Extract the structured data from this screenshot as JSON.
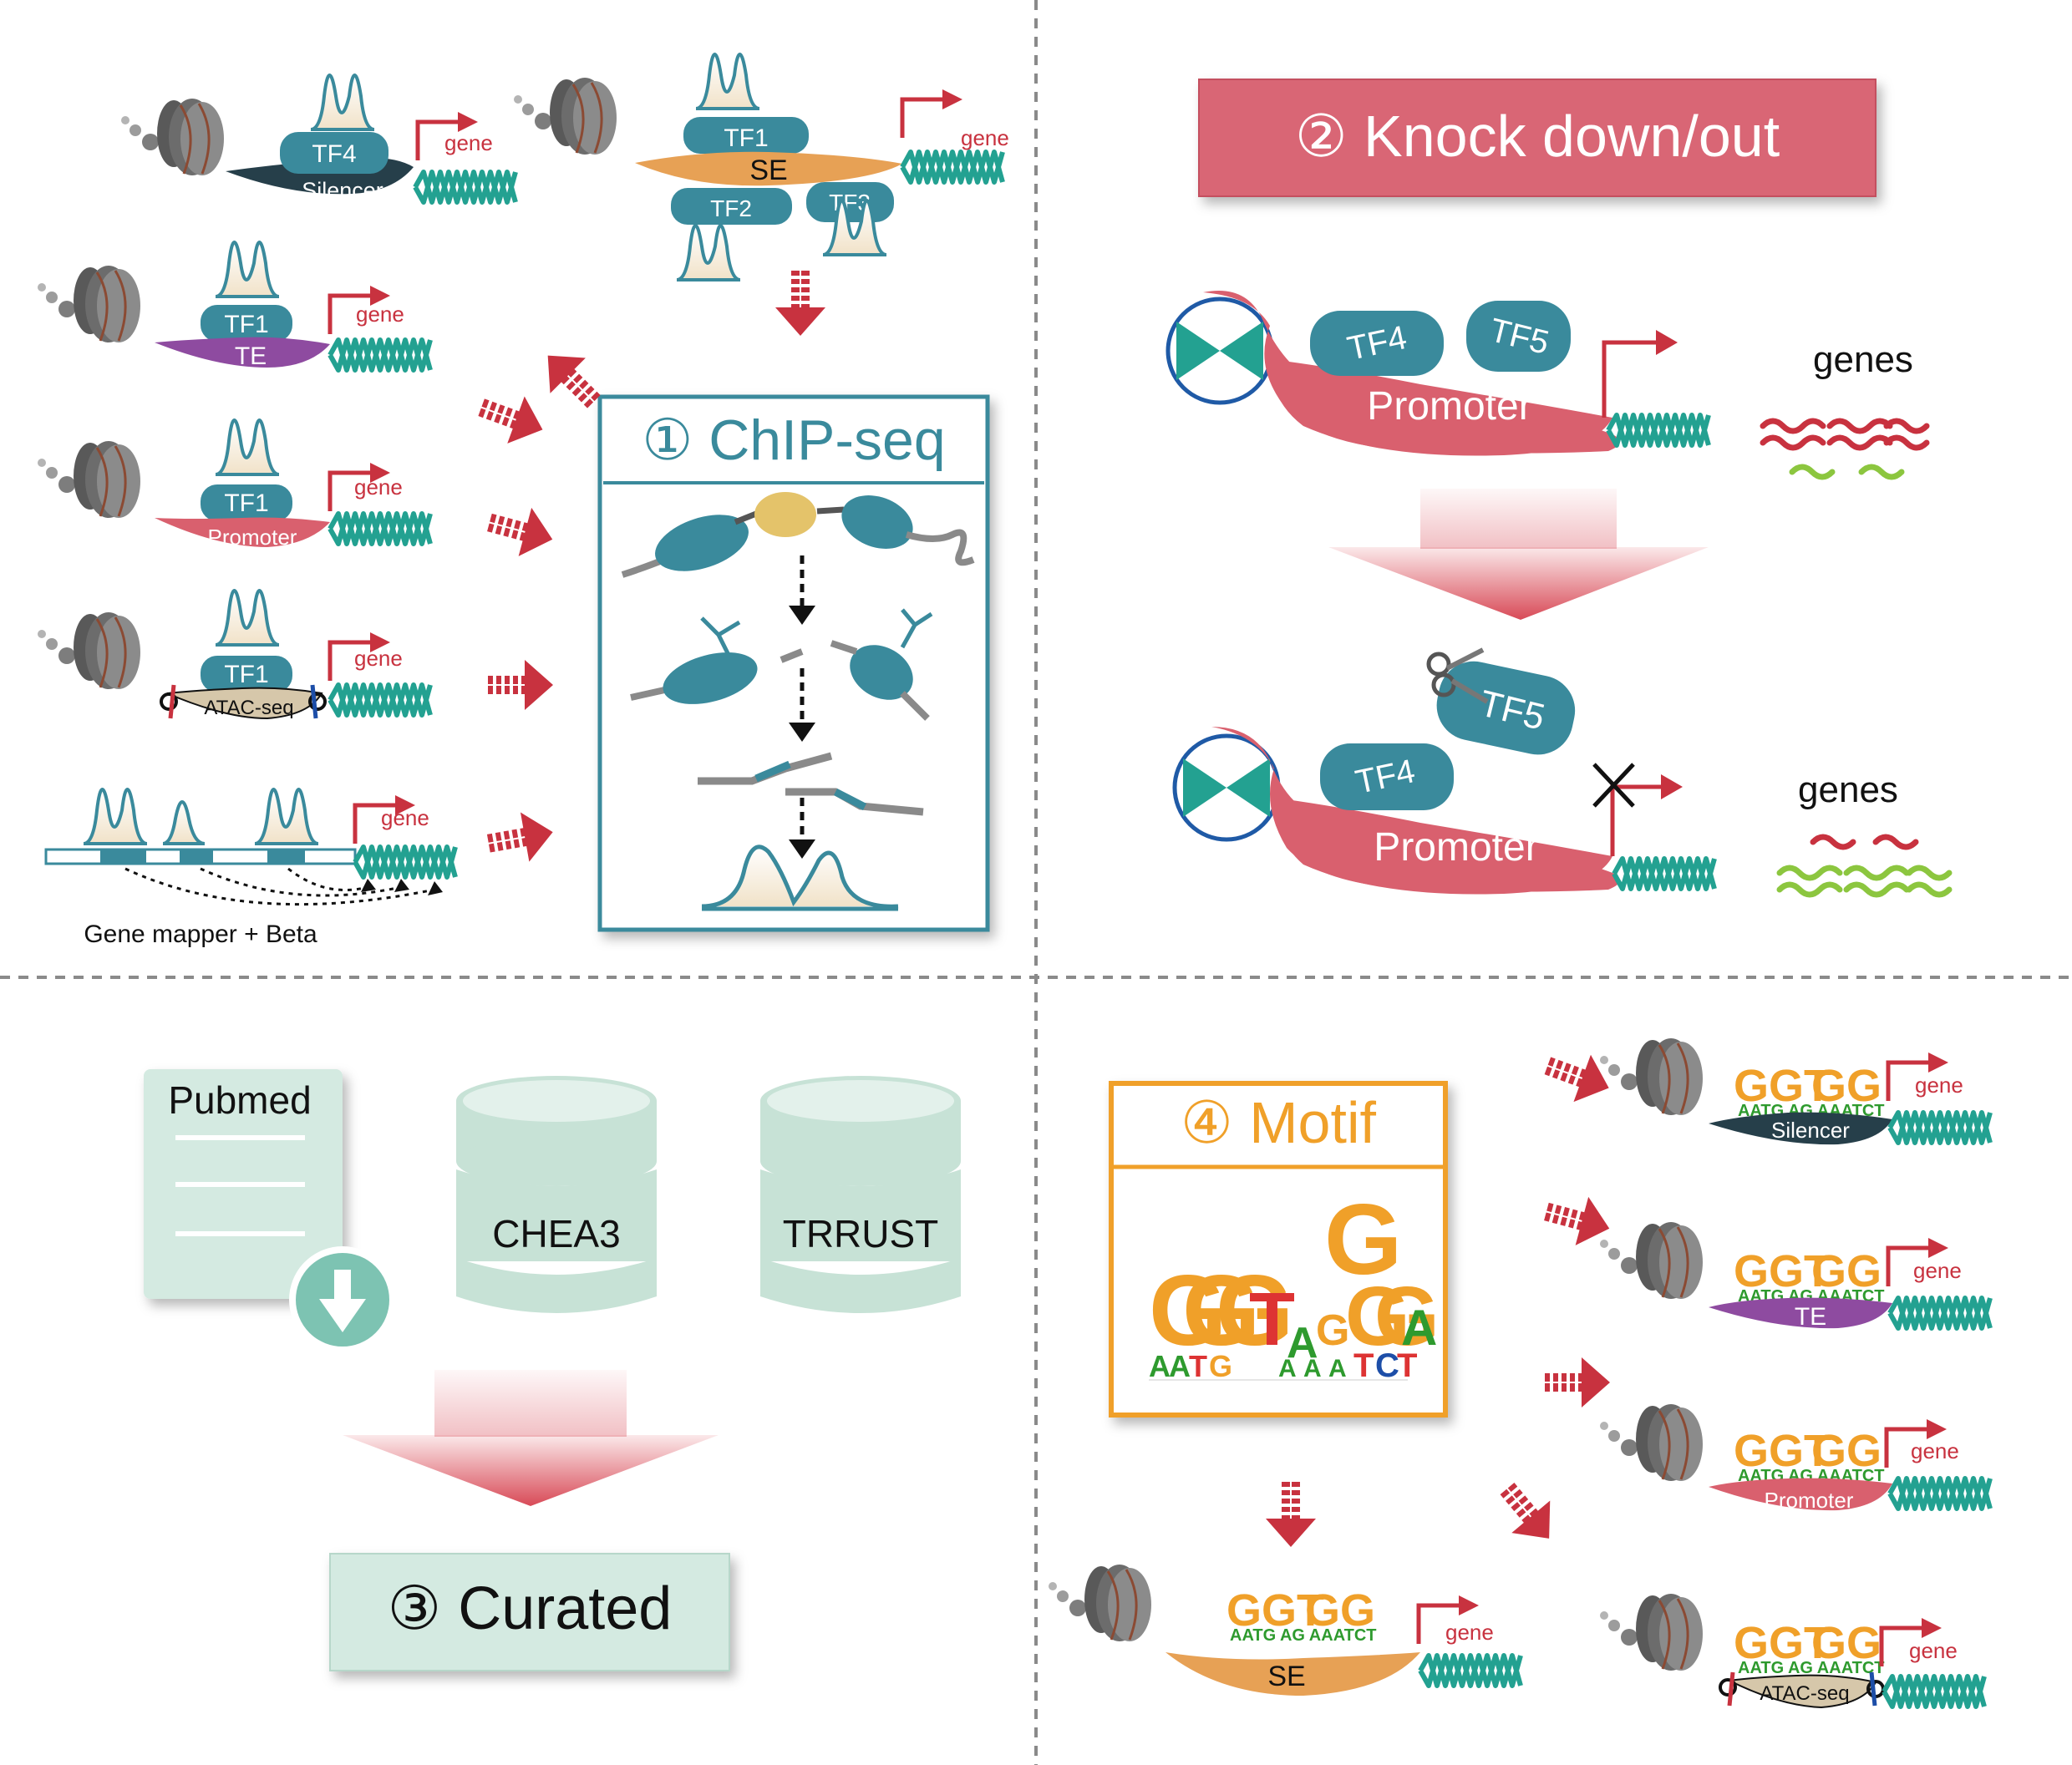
{
  "panel_chip": {
    "title": "① ChIP-seq",
    "diagrams": [
      {
        "tf_top": "TF4",
        "element": "Silencer",
        "gene": "gene"
      },
      {
        "tf_top": "TF1",
        "tf_mid1": "TF2",
        "tf_mid2": "TF3",
        "element": "SE",
        "gene": "gene"
      },
      {
        "tf_top": "TF1",
        "element": "TE",
        "gene": "gene"
      },
      {
        "tf_top": "TF1",
        "element": "Promoter",
        "gene": "gene"
      },
      {
        "tf_top": "TF1",
        "element": "ATAC-seq",
        "gene": "gene"
      }
    ],
    "mapper": {
      "gene": "gene",
      "caption": "Gene mapper +  Beta"
    }
  },
  "panel_knock": {
    "title": "② Knock down/out",
    "top": {
      "tf_a": "TF4",
      "tf_b": "TF5",
      "element": "Promoter",
      "genes": "genes"
    },
    "bottom": {
      "tf_a": "TF4",
      "tf_b": "TF5",
      "element": "Promoter",
      "genes": "genes"
    }
  },
  "panel_curated": {
    "title": "③ Curated",
    "doc_label": "Pubmed",
    "db1": "CHEA3",
    "db2": "TRRUST"
  },
  "panel_motif": {
    "title": "④ Motif",
    "logo_top": [
      "G",
      "G",
      "G",
      "T",
      "A",
      "G",
      "G",
      "G",
      "G",
      "A"
    ],
    "logo_bottom": [
      "A",
      "A",
      "T",
      "G",
      "A",
      "A",
      "A",
      "T",
      "C",
      "T"
    ],
    "diagrams": [
      {
        "element": "Silencer",
        "gene": "gene"
      },
      {
        "element": "TE",
        "gene": "gene"
      },
      {
        "element": "Promoter",
        "gene": "gene"
      },
      {
        "element": "SE",
        "gene": "gene"
      },
      {
        "element": "ATAC-seq",
        "gene": "gene"
      }
    ]
  },
  "colors": {
    "teal": "#3a8a9c",
    "teal_dark": "#2f7688",
    "red_arrow": "#c8323f",
    "knock_banner": "#d96674",
    "promoter_pink": "#d9606e",
    "se_orange": "#e7a155",
    "te_purple": "#8e4ba0",
    "silencer_dark": "#263f4a",
    "atac_tan": "#d6c7aa",
    "curated_mint": "#d4eae1",
    "motif_orange": "#f0a029",
    "dna_green": "#23a191"
  }
}
